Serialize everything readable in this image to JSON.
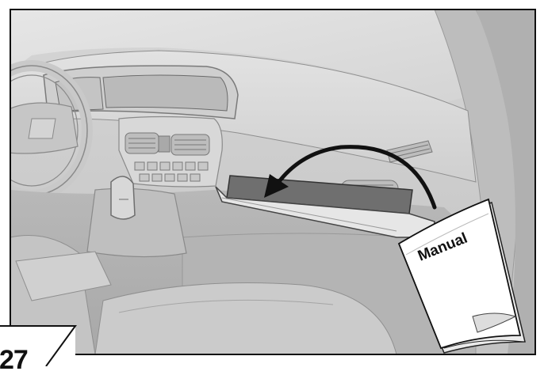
{
  "figure": {
    "figure_number": "27",
    "manual_label": "Manual"
  },
  "icons": {
    "arrow": "curved-arrow-into-glovebox",
    "book": "owner-manual-book-icon"
  },
  "colors": {
    "border": "#111111",
    "background": "#c9c9c9",
    "dashboard": "#dcdcdc",
    "glovebox_interior": "#777777",
    "arrow": "#111111",
    "manual_page": "#ffffff"
  }
}
